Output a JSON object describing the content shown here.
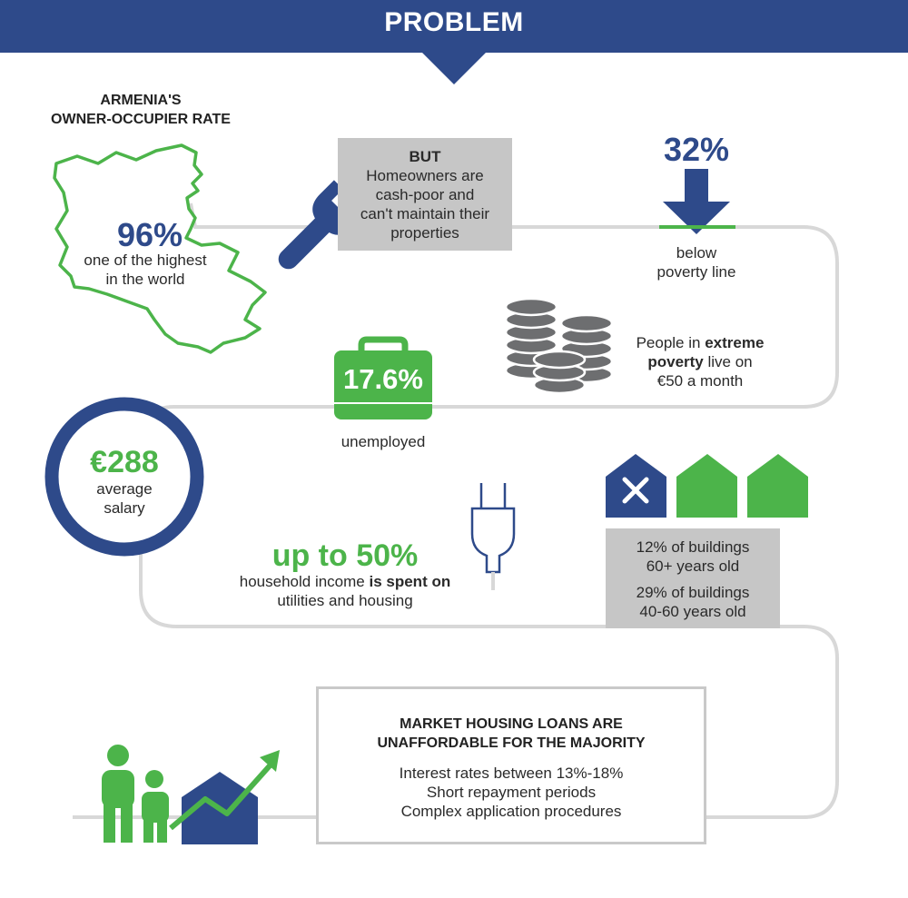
{
  "header": {
    "title": "PROBLEM"
  },
  "owner_rate": {
    "heading_line1": "ARMENIA'S",
    "heading_line2": "OWNER-OCCUPIER RATE",
    "value": "96%",
    "desc_line1": "one of the highest",
    "desc_line2": "in the world"
  },
  "maintenance": {
    "title": "BUT",
    "line1": "Homeowners are",
    "line2": "cash-poor and",
    "line3": "can't maintain their",
    "line4": "properties"
  },
  "poverty": {
    "value": "32%",
    "line1": "below",
    "line2": "poverty line"
  },
  "extreme_poverty": {
    "line1_pre": "People in ",
    "line1_bold": "extreme",
    "line2_bold": "poverty",
    "line2_post": " live on",
    "line3": "€50 a month"
  },
  "unemployment": {
    "value": "17.6%",
    "label": "unemployed"
  },
  "salary": {
    "value": "€288",
    "line1": "average",
    "line2": "salary"
  },
  "utilities": {
    "value": "up to 50%",
    "line1_pre": "household income ",
    "line1_bold": "is spent on",
    "line2": "utilities and housing"
  },
  "buildings": {
    "stat1_line1": "12% of buildings",
    "stat1_line2": "60+ years old",
    "stat2_line1": "29% of buildings",
    "stat2_line2": "40-60 years old"
  },
  "loans": {
    "title_line1": "MARKET HOUSING LOANS ARE",
    "title_line2": "UNAFFORDABLE FOR THE MAJORITY",
    "item1": "Interest rates between 13%-18%",
    "item2": "Short repayment periods",
    "item3": "Complex application procedures"
  },
  "colors": {
    "navy": "#2e4a8a",
    "green": "#4cb44a",
    "grey_box": "#c6c6c6",
    "path_grey": "#d8d8d8",
    "coin_grey": "#6d6e70"
  }
}
